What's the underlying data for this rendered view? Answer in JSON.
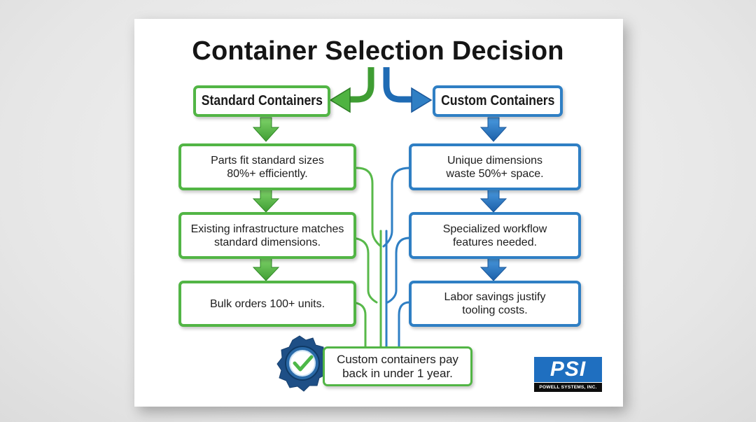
{
  "title": "Container Selection Decision",
  "standard": {
    "header": "Standard Containers",
    "criteria": [
      "Parts fit standard sizes 80%+ efficiently.",
      "Existing infrastructure matches standard dimensions.",
      "Bulk orders 100+ units."
    ]
  },
  "custom": {
    "header": "Custom Containers",
    "criteria": [
      "Unique dimensions waste 50%+ space.",
      "Specialized workflow features needed.",
      "Labor savings justify tooling costs."
    ]
  },
  "result": "Custom containers pay back in under 1 year.",
  "result_icon": "check-badge-icon",
  "logo": {
    "mark": "PSI",
    "company": "POWELL SYSTEMS, INC."
  },
  "colors": {
    "green": "#52b545",
    "blue": "#2f7fc4",
    "badge": "#1e4f86",
    "check": "#4cb848"
  }
}
